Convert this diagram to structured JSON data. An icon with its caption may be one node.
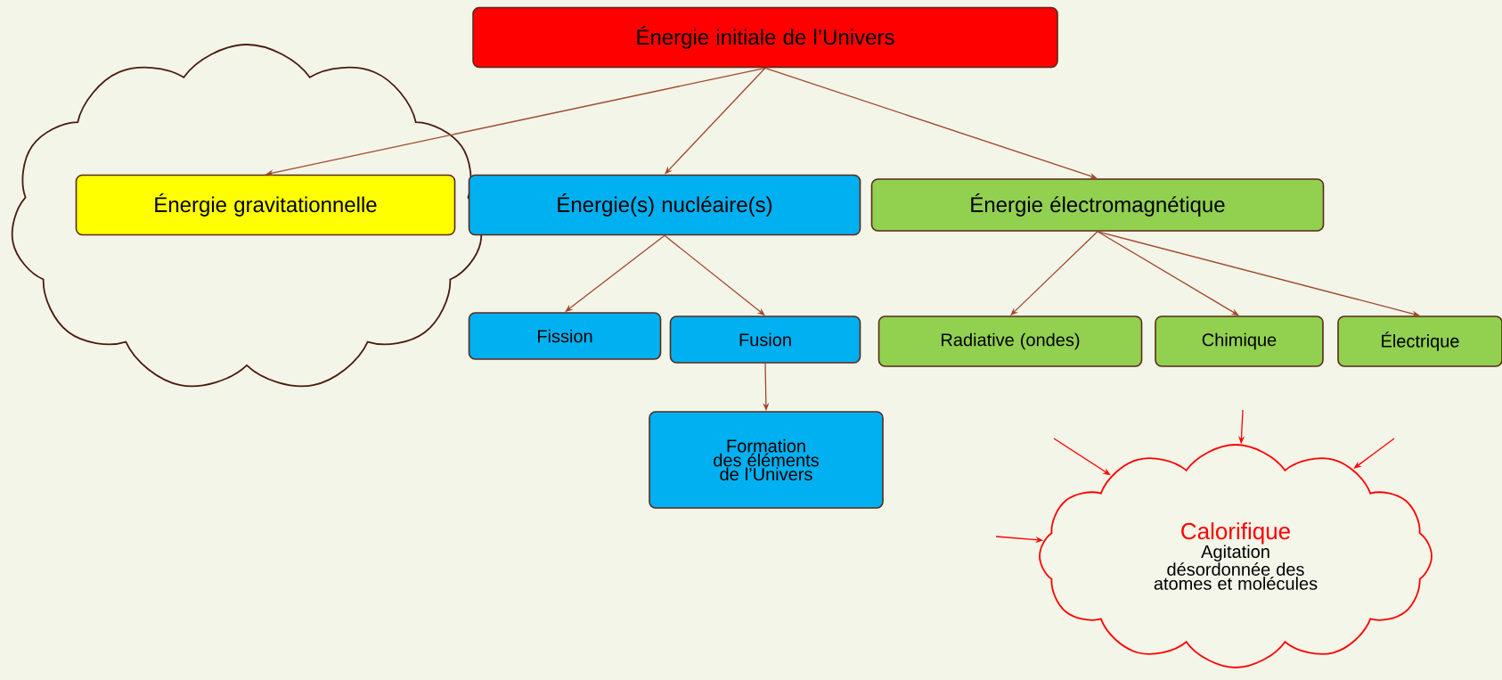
{
  "diagram": {
    "nodes": [
      {
        "text": [
          "Énergie initiale de l’Univers"
        ]
      },
      {
        "text": [],
        "shape": "cloud"
      },
      {
        "text": [
          "Énergie gravitationnelle"
        ],
        "in": 1
      },
      {
        "text": [
          "Énergie(s) nucléaire(s)"
        ]
      },
      {
        "text": [
          "Énergie électromagnétique"
        ]
      },
      {
        "text": [
          "Fission"
        ]
      },
      {
        "text": [
          "Fusion"
        ]
      },
      {
        "text": [
          "Formation des éléments de l’Univers"
        ]
      },
      {
        "text": [
          "Radiative (ondes)"
        ]
      },
      {
        "text": [
          "Chimique"
        ]
      },
      {
        "text": [
          "Électrique"
        ]
      },
      {
        "text": [
          "Calorifique",
          "Agitation désordonnée des atomes et molécules"
        ]
      }
    ],
    "edges": [
      {
        "from": 0,
        "to": 2,
        "arrow": "to"
      },
      {
        "from": 0,
        "to": 3,
        "arrow": "to"
      },
      {
        "from": 0,
        "to": 4,
        "arrow": "to"
      },
      {
        "from": 3,
        "to": 5,
        "arrow": "to"
      },
      {
        "from": 3,
        "to": 6,
        "arrow": "to"
      },
      {
        "from": 6,
        "to": 7,
        "arrow": "to"
      },
      {
        "from": 4,
        "to": 8,
        "arrow": "to"
      },
      {
        "from": 4,
        "to": 9,
        "arrow": "to"
      },
      {
        "from": 4,
        "to": 10,
        "arrow": "to"
      },
      {
        "from": null,
        "to": 11,
        "arrow": "to",
        "color": "#ff0000"
      },
      {
        "from": null,
        "to": 11,
        "arrow": "to",
        "color": "#ff0000"
      },
      {
        "from": null,
        "to": 11,
        "arrow": "to",
        "color": "#ff0000"
      },
      {
        "from": null,
        "to": 11,
        "arrow": "to",
        "color": "#ff0000"
      }
    ]
  }
}
